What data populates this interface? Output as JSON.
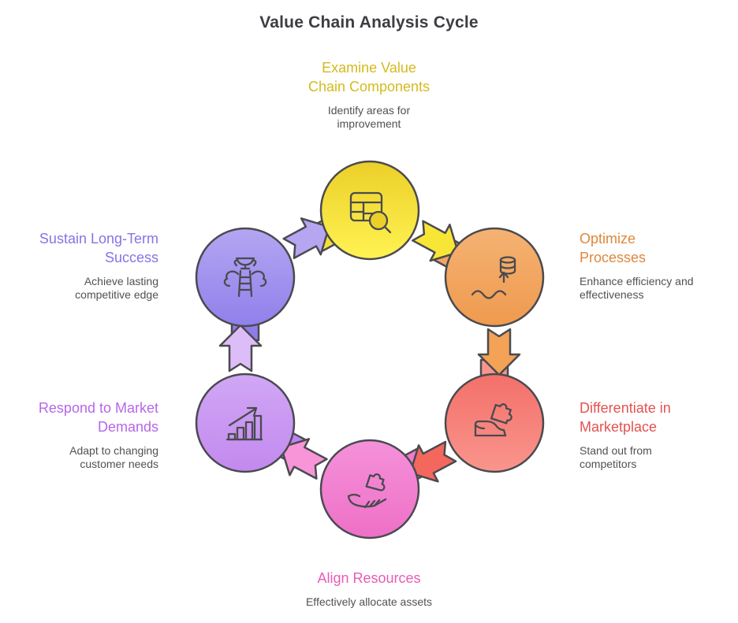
{
  "title": "Value Chain Analysis Cycle",
  "colors": {
    "background": "#ffffff",
    "title": "#3d3d42",
    "subtitle": "#515156",
    "outline": "#4a4a50"
  },
  "nodes": [
    {
      "id": "examine",
      "heading": "Examine Value\nChain Components",
      "subtitle": "Identify areas for\nimprovement",
      "color": "#d4ba1f",
      "circle_top": "#eccf29",
      "circle_bottom": "#fff352",
      "arrow": "#f8e636",
      "icon": "table-search-icon",
      "position": "top"
    },
    {
      "id": "optimize",
      "heading": "Optimize\nProcesses",
      "subtitle": "Enhance efficiency and\neffectiveness",
      "color": "#e0873c",
      "circle_top": "#f5b273",
      "circle_bottom": "#ef9a4e",
      "arrow": "#f3a256",
      "icon": "process-optimization-icon",
      "position": "upper-right"
    },
    {
      "id": "differentiate",
      "heading": "Differentiate in\nMarketplace",
      "subtitle": "Stand out from\ncompetitors",
      "color": "#e45250",
      "circle_top": "#f3706a",
      "circle_bottom": "#f9958c",
      "arrow": "#f4675d",
      "icon": "puzzle-stand-icon",
      "position": "lower-right"
    },
    {
      "id": "align",
      "heading": "Align Resources",
      "subtitle": "Effectively allocate assets",
      "color": "#e85cb5",
      "circle_top": "#f591da",
      "circle_bottom": "#ee70c6",
      "arrow": "#f795d8",
      "icon": "hand-puzzle-icon",
      "position": "bottom"
    },
    {
      "id": "respond",
      "heading": "Respond to Market\nDemands",
      "subtitle": "Adapt to changing\ncustomer needs",
      "color": "#b766ea",
      "circle_top": "#d0a7f5",
      "circle_bottom": "#c389ee",
      "arrow": "#ddbdf7",
      "icon": "growth-chart-icon",
      "position": "lower-left"
    },
    {
      "id": "sustain",
      "heading": "Sustain Long-Term\nSuccess",
      "subtitle": "Achieve lasting\ncompetitive edge",
      "color": "#8673e8",
      "circle_top": "#b4a6f2",
      "circle_bottom": "#9080eb",
      "arrow": "#b6a5f1",
      "icon": "trophy-ladder-icon",
      "position": "upper-left"
    }
  ]
}
